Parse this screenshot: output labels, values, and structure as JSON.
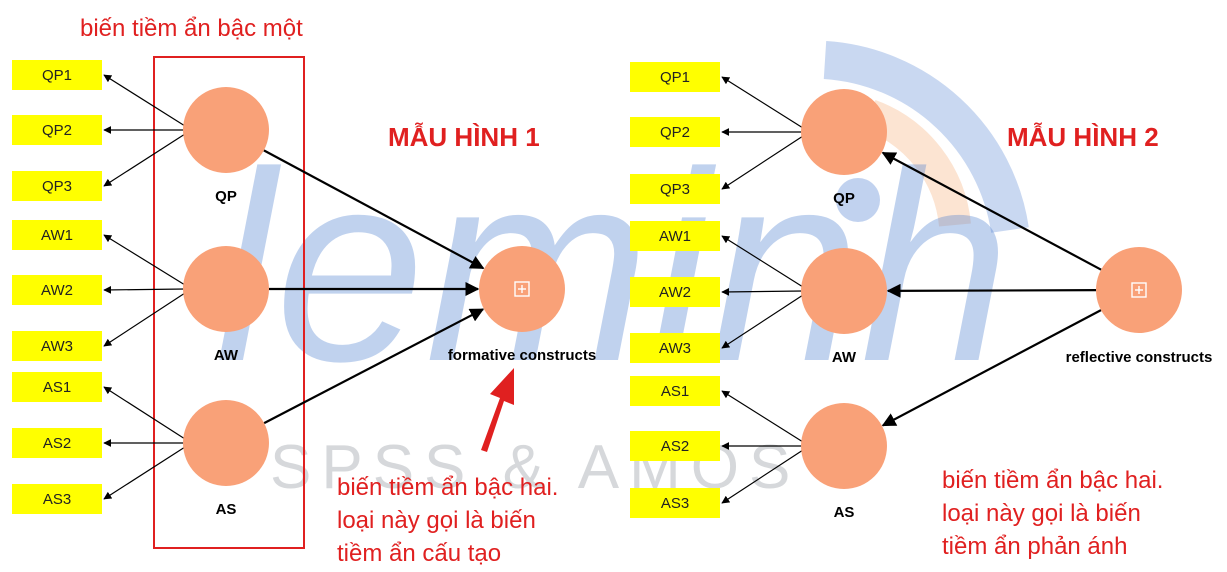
{
  "watermark": {
    "main": "leminh",
    "sub": "SPSS & AMOS"
  },
  "model1": {
    "title": "MẪU HÌNH 1",
    "top_note": "biến tiềm ẩn bậc một",
    "constructs": [
      "QP",
      "AW",
      "AS"
    ],
    "indicators": {
      "QP": [
        "QP1",
        "QP2",
        "QP3"
      ],
      "AW": [
        "AW1",
        "AW2",
        "AW3"
      ],
      "AS": [
        "AS1",
        "AS2",
        "AS3"
      ]
    },
    "second_order_label": "formative constructs",
    "note_lines": [
      "biến tiềm ẩn bậc hai.",
      "loại này gọi là biến",
      "tiềm ẩn cấu tạo"
    ]
  },
  "model2": {
    "title": "MẪU HÌNH 2",
    "constructs": [
      "QP",
      "AW",
      "AS"
    ],
    "indicators": {
      "QP": [
        "QP1",
        "QP2",
        "QP3"
      ],
      "AW": [
        "AW1",
        "AW2",
        "AW3"
      ],
      "AS": [
        "AS1",
        "AS2",
        "AS3"
      ]
    },
    "second_order_label": "reflective constructs",
    "note_lines": [
      "biến tiềm ẩn bậc hai.",
      "loại này gọi là biến",
      "tiềm ẩn phản ánh"
    ]
  },
  "colors": {
    "construct_fill": "#f9a178",
    "indicator_fill": "#ffff00",
    "accent_red": "#e02020",
    "arrow": "#000000"
  },
  "icons": {
    "second_order_marker": "plus-box-icon"
  }
}
